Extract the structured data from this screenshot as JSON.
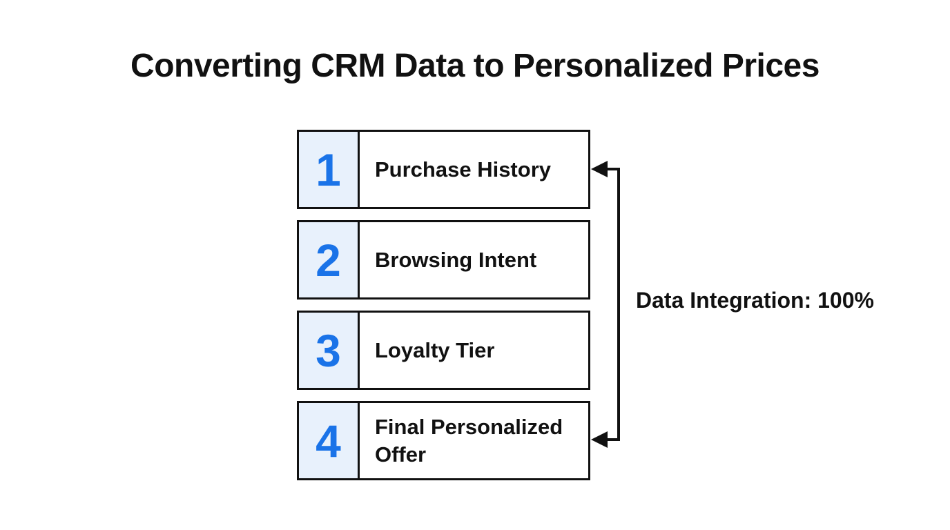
{
  "title": "Converting CRM Data to Personalized Prices",
  "diagram": {
    "steps": [
      {
        "number": "1",
        "label": "Purchase History"
      },
      {
        "number": "2",
        "label": "Browsing Intent"
      },
      {
        "number": "3",
        "label": "Loyalty Tier"
      },
      {
        "number": "4",
        "label": "Final Personalized Offer"
      }
    ],
    "annotation": "Data Integration: 100%",
    "arrow": {
      "connects": [
        "Purchase History",
        "Final Personalized Offer"
      ]
    }
  },
  "colors": {
    "accent": "#1a73e8",
    "number_cell_bg": "#e8f1fc",
    "line": "#111111",
    "text": "#111111",
    "background": "#ffffff"
  }
}
